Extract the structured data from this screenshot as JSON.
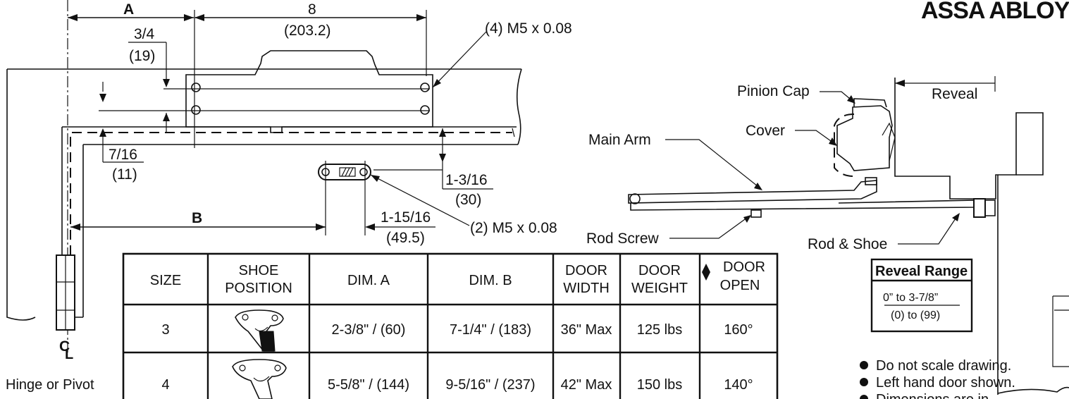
{
  "brand": {
    "logo_text": "ASSA ABLOY"
  },
  "dimensions": {
    "label_a": "A",
    "label_b": "B",
    "top_8": "8",
    "top_8_mm": "(203.2)",
    "d_3_4": "3/4",
    "d_3_4_mm": "(19)",
    "d_7_16": "7/16",
    "d_7_16_mm": "(11)",
    "d_1_3_16": "1-3/16",
    "d_1_3_16_mm": "(30)",
    "d_1_15_16": "1-15/16",
    "d_1_15_16_mm": "(49.5)",
    "screw_4": "(4) M5 x 0.08",
    "screw_2": "(2) M5 x 0.08"
  },
  "centerline": {
    "symbol": "C",
    "sub": "L",
    "caption": "Hinge or Pivot"
  },
  "side_view": {
    "pinion_cap": "Pinion Cap",
    "reveal": "Reveal",
    "cover": "Cover",
    "main_arm": "Main Arm",
    "rod_screw": "Rod Screw",
    "rod_shoe": "Rod & Shoe"
  },
  "reveal_range": {
    "title": "Reveal Range",
    "line1": "0” to 3-7/8”",
    "line2": "(0) to (99)"
  },
  "table": {
    "headers": [
      [
        "SIZE"
      ],
      [
        "SHOE",
        "POSITION"
      ],
      [
        "DIM. A"
      ],
      [
        "DIM. B"
      ],
      [
        "DOOR",
        "WIDTH"
      ],
      [
        "DOOR",
        "WEIGHT"
      ],
      [
        "DOOR",
        "OPEN"
      ]
    ],
    "rows": [
      [
        "3",
        "",
        "2-3/8\" / (60)",
        "7-1/4\" / (183)",
        "36\" Max",
        "125 lbs",
        "160°"
      ],
      [
        "4",
        "",
        "5-5/8\" / (144)",
        "9-5/16\" / (237)",
        "42\" Max",
        "150 lbs",
        "140°"
      ]
    ]
  },
  "notes": [
    "Do not scale drawing.",
    "Left hand door shown.",
    "Dimensions are in"
  ]
}
